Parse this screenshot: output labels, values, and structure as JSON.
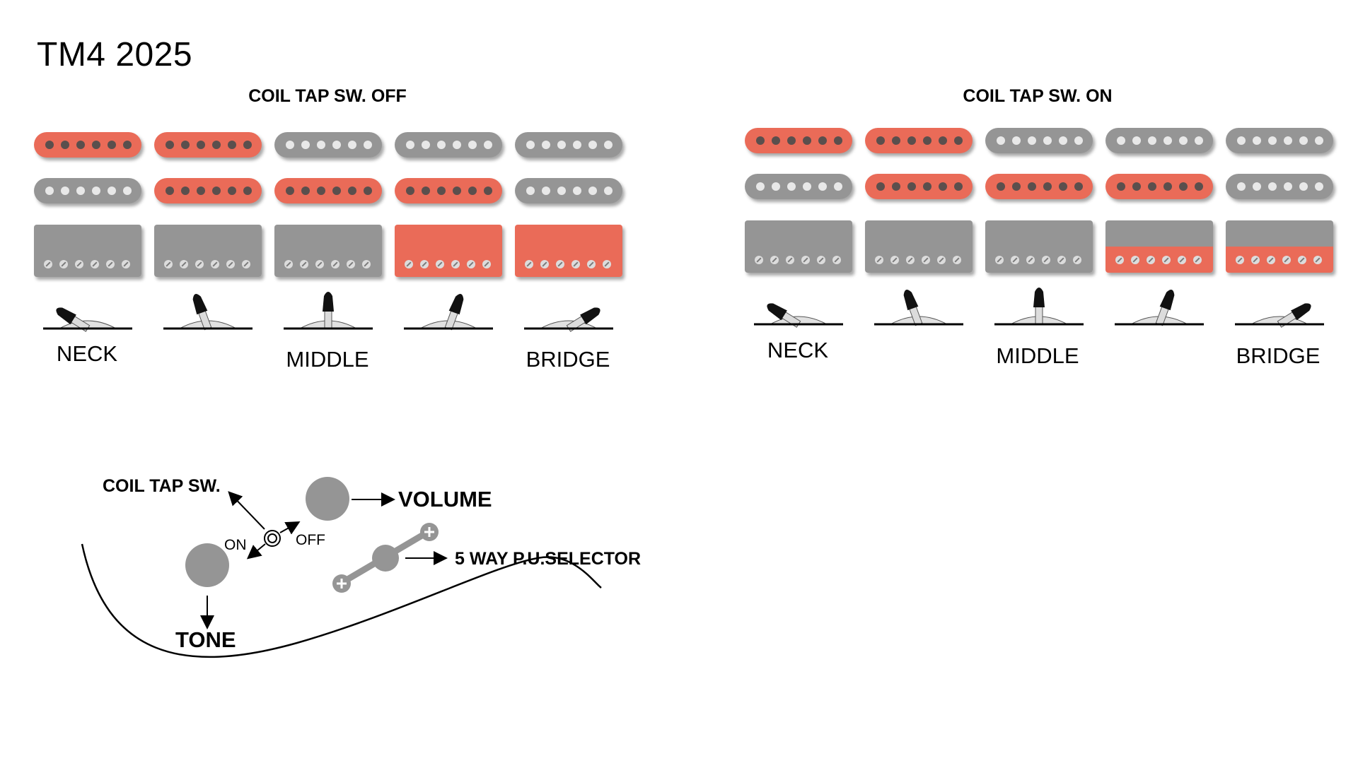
{
  "title": "TM4 2025",
  "colors": {
    "active": "#ea6b58",
    "inactive": "#959595"
  },
  "panels": [
    {
      "title": "COIL TAP SW. OFF",
      "columns": [
        {
          "single_top": "on",
          "single_bottom": "off",
          "humbucker_top": "off",
          "humbucker_bottom": "off",
          "lever": "neck"
        },
        {
          "single_top": "on",
          "single_bottom": "on",
          "humbucker_top": "off",
          "humbucker_bottom": "off",
          "lever": "neck-middle"
        },
        {
          "single_top": "off",
          "single_bottom": "on",
          "humbucker_top": "off",
          "humbucker_bottom": "off",
          "lever": "middle"
        },
        {
          "single_top": "off",
          "single_bottom": "on",
          "humbucker_top": "on",
          "humbucker_bottom": "on",
          "lever": "middle-bridge"
        },
        {
          "single_top": "off",
          "single_bottom": "off",
          "humbucker_top": "on",
          "humbucker_bottom": "on",
          "lever": "bridge"
        }
      ],
      "position_labels": [
        "NECK",
        "MIDDLE",
        "BRIDGE"
      ]
    },
    {
      "title": "COIL TAP SW. ON",
      "columns": [
        {
          "single_top": "on",
          "single_bottom": "off",
          "humbucker_top": "off",
          "humbucker_bottom": "off",
          "lever": "neck"
        },
        {
          "single_top": "on",
          "single_bottom": "on",
          "humbucker_top": "off",
          "humbucker_bottom": "off",
          "lever": "neck-middle"
        },
        {
          "single_top": "off",
          "single_bottom": "on",
          "humbucker_top": "off",
          "humbucker_bottom": "off",
          "lever": "middle"
        },
        {
          "single_top": "off",
          "single_bottom": "on",
          "humbucker_top": "off",
          "humbucker_bottom": "on",
          "lever": "middle-bridge"
        },
        {
          "single_top": "off",
          "single_bottom": "off",
          "humbucker_top": "off",
          "humbucker_bottom": "on",
          "lever": "bridge"
        }
      ],
      "position_labels": [
        "NECK",
        "MIDDLE",
        "BRIDGE"
      ]
    }
  ],
  "controls": {
    "coil_tap": "COIL TAP SW.",
    "on": "ON",
    "off": "OFF",
    "volume": "VOLUME",
    "tone": "TONE",
    "selector": "5 WAY P.U.SELECTOR"
  }
}
